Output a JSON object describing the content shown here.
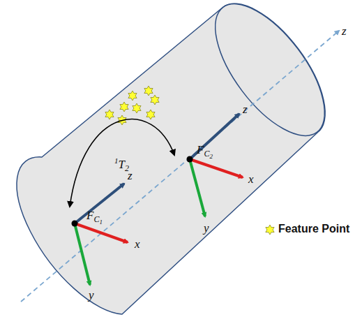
{
  "diagram": {
    "labels": [
      "z",
      "z",
      "x",
      "y",
      "FC2",
      "1T2",
      "z",
      "x",
      "y",
      "FC1"
    ],
    "legend": [
      {
        "text": "Feature Point"
      }
    ]
  }
}
